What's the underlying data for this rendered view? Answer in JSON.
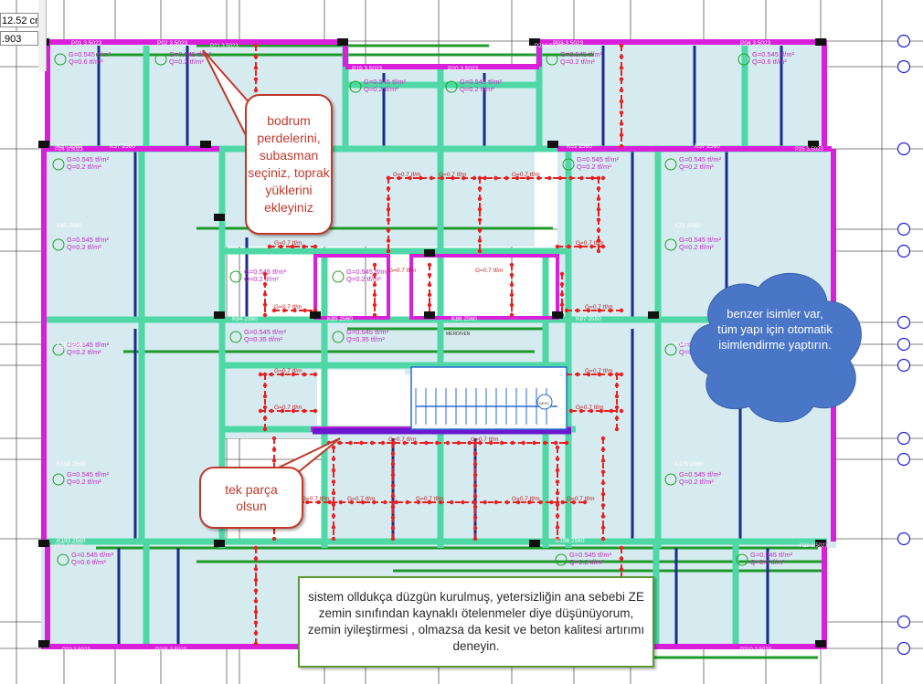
{
  "viewport": {
    "coord_x": "12.52 cm",
    "coord_y": ".903"
  },
  "slabs": [
    {
      "id": "D1",
      "name": "P01 3.5023",
      "g": "G=0.545 tf/m²",
      "q": "Q=0.6 tf/m²"
    },
    {
      "id": "D2",
      "name": "P02 3.5023",
      "g": "G=0.545 tf/m²",
      "q": "Q=0.2 tf/m²"
    },
    {
      "id": "D3",
      "name": "P19 3.5023",
      "g": "G=0.545 tf/m²",
      "q": "Q=0.2 tf/m²"
    },
    {
      "id": "D4",
      "name": "P20 3.5023",
      "g": "G=0.545 tf/m²",
      "q": "Q=0.2 tf/m²"
    },
    {
      "id": "D5",
      "name": "P03 3.5023",
      "g": "G=0.545 tf/m²",
      "q": "Q=0.2 tf/m²"
    },
    {
      "id": "D6",
      "name": "P04 3.5023",
      "g": "G=0.545 tf/m²",
      "q": "Q=0.6 tf/m²"
    },
    {
      "id": "D7",
      "name": "K37 2560",
      "g": "G=0.545 tf/m²",
      "q": "Q=0.2 tf/m²"
    },
    {
      "id": "D8",
      "name": "K51 2560",
      "g": "G=0.545 tf/m²",
      "q": "Q=0.2 tf/m²"
    },
    {
      "id": "D9",
      "name": "K57 2560",
      "g": "G=0.545 tf/m²",
      "q": "Q=0.2 tf/m²"
    },
    {
      "id": "D10",
      "name": "K65 2560",
      "g": "G=0.545 tf/m²",
      "q": "Q=0.2 tf/m²"
    },
    {
      "id": "D11",
      "name": "K72 2560",
      "g": "G=0.545 tf/m²",
      "q": "Q=0.2 tf/m²"
    },
    {
      "id": "D12",
      "name": "K84 2560",
      "g": "G=0.545 tf/m²",
      "q": "Q=0.35 tf/m²"
    },
    {
      "id": "D13",
      "name": "K85 2560",
      "g": "G=0.545 tf/m²",
      "q": "Q=0.35 tf/m²"
    },
    {
      "id": "D14",
      "name": "K86 2560",
      "g": "G=0.545 tf/m²",
      "q": "Q=0.2 tf/m²"
    },
    {
      "id": "D15",
      "name": "K87 2560",
      "g": "G=0.545 tf/m²",
      "q": "Q=0.2 tf/m²"
    },
    {
      "id": "D16",
      "name": "K104 2560",
      "g": "G=0.545 tf/m²",
      "q": "Q=0.2 tf/m²"
    },
    {
      "id": "D17",
      "name": "K141 2560",
      "g": "G=0.545 tf/m²",
      "q": "Q=0.2 tf/m²"
    },
    {
      "id": "D18",
      "name": "K158 2560",
      "g": "G=0.545 tf/m²",
      "q": "Q=0.2 tf/m²"
    },
    {
      "id": "D19",
      "name": "K175 2560",
      "g": "G=0.545 tf/m²",
      "q": "Q=0.2 tf/m²"
    },
    {
      "id": "D20",
      "name": "K193 2560",
      "g": "G=0.545 tf/m²",
      "q": "Q=0.6 tf/m²"
    },
    {
      "id": "D21",
      "name": "K196 2560",
      "g": "G=0.545 tf/m²",
      "q": "Q=0.2 tf/m²"
    },
    {
      "id": "D22",
      "name": "K197 2560",
      "g": "G=0.545 tf/m²",
      "q": "Q=0.6 tf/m²"
    }
  ],
  "wall_labels": [
    "P24 3.5023",
    "P25 3.5023",
    "P26 3.5023",
    "P27 3.5023",
    "P28 3.5023",
    "P22 3.5023",
    "P205 3.5023",
    "P210 3.5023",
    "P212 3.5023",
    "P21 3.5023"
  ],
  "line_load_label": "G=0.7 tf/m",
  "stair_labels": [
    "MERDIVEN",
    "DESC"
  ],
  "callouts": {
    "bodrum": "bodrum perdelerini, subasman seçiniz, toprak yüklerini ekleyiniz",
    "tek_parca": "tek parça olsun",
    "benzer": "benzer isimler var, tüm yapı için otomatik isimlendirme yaptırın.",
    "sistem": "sistem olldukça düzgün kurulmuş, yetersizliğin ana sebebi ZE zemin sınıfından kaynaklı ötelenmeler diye düşünüyorum, zemin iyileştirmesi , olmazsa da kesit ve beton kalitesi artırımı deneyin."
  },
  "colors": {
    "slab_fill": "#d6ebf0",
    "beam": "#4fd8a5",
    "wall": "#d91fd9",
    "column": "#111111",
    "rebar_blue": "#1a2a90",
    "rebar_green": "#1f9a2a",
    "line_load": "#e82020",
    "axis_bubble": "#1e1ee0",
    "callout_red": "#c0392b",
    "cloud": "#4a76c8",
    "callout_green": "#5a9a35"
  }
}
